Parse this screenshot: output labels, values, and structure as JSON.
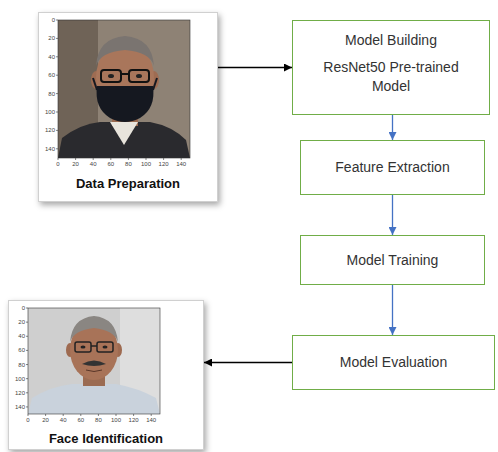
{
  "diagram": {
    "nodes": [
      {
        "text": [
          "Data Preparation"
        ]
      },
      {
        "text": [
          "Model Building",
          "ResNet50 Pre-trained Model"
        ]
      },
      {
        "text": [
          "Feature Extraction"
        ]
      },
      {
        "text": [
          "Model Training"
        ]
      },
      {
        "text": [
          "Model Evaluation"
        ]
      },
      {
        "text": [
          "Face Identification"
        ]
      }
    ],
    "edges": [
      {
        "from": 0,
        "to": 1,
        "arrow": "to"
      },
      {
        "from": 1,
        "to": 2,
        "arrow": "to"
      },
      {
        "from": 2,
        "to": 3,
        "arrow": "to"
      },
      {
        "from": 3,
        "to": 4,
        "arrow": "to"
      },
      {
        "from": 4,
        "to": 5,
        "arrow": "to"
      }
    ],
    "labels": [
      "0",
      "20",
      "40",
      "60",
      "80",
      "100",
      "120",
      "140",
      "0",
      "20",
      "40",
      "60",
      "80",
      "100",
      "120",
      "140",
      "0",
      "20",
      "40",
      "60",
      "80",
      "100",
      "120",
      "140",
      "0",
      "20",
      "40",
      "60",
      "80",
      "100",
      "120",
      "140"
    ]
  }
}
